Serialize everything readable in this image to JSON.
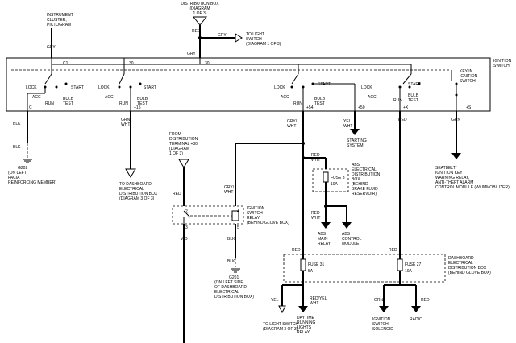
{
  "top_ref": {
    "line1": "DISTRIBUTION BOX",
    "line2": "(DIAGRAM",
    "line3": "1 OF 3)"
  },
  "light_switch_ref": {
    "line1": "TO LIGHT",
    "line2": "SWITCH",
    "line3": "(DIAGRAM 1 OF 3)"
  },
  "cluster": {
    "line1": "INSTRUMENT",
    "line2": "CLUSTER,",
    "line3": "PICTOGRAM"
  },
  "ignition_switch": {
    "line1": "IGNITION",
    "line2": "SWITCH",
    "terminals": [
      "C1",
      "30",
      "30",
      "C",
      "+15",
      "+54",
      "+50",
      "+X",
      "+S"
    ]
  },
  "switch_positions": {
    "lock": "LOCK",
    "acc": "ACC",
    "run": "RUN",
    "start": "START",
    "bulb": "BULB",
    "test": "TEST"
  },
  "key_in": {
    "line1": "KEY-IN",
    "line2": "IGNITION",
    "line3": "SWITCH"
  },
  "wires": {
    "red_top": "RED",
    "gry_light": "GRY",
    "gry_ign": "GRY",
    "gry_cluster": "GRY",
    "blk": "BLK",
    "grn": "GRN",
    "wht": "WHT",
    "gry_wht": "GRY/",
    "red": "RED",
    "yel": "YEL",
    "vio": "VIO",
    "red_yel": "RED/YEL"
  },
  "ground_g202": {
    "line1": "G202",
    "line2": "(ON LEFT",
    "line3": "FACIA",
    "line4": "REINFORCING MEMBER)"
  },
  "dash_box_ref": {
    "line1": "TO DASHBOARD",
    "line2": "ELECTRICAL",
    "line3": "DISTRIBUTION BOX",
    "line4": "(DIAGRAM 3 OF 3)"
  },
  "abs_box": {
    "fuse": "FUSE 3",
    "amps": "10A",
    "line1": "ABS",
    "line2": "ELECTRICAL",
    "line3": "DISTRIBUTION",
    "line4": "BOX",
    "line5": "(BEHIND",
    "line6": "BRAKE FLUID",
    "line7": "RESERVOIR)",
    "line8": ""
  },
  "abs_relay": {
    "line1": "ABS",
    "line2": "MAIN",
    "line3": "RELAY"
  },
  "abs_module": {
    "line1": "ABS",
    "line2": "CONTROL",
    "line3": "MODULE"
  },
  "starting_system": {
    "line1": "STARTING",
    "line2": "SYSTEM"
  },
  "seatbelt_module": {
    "line1": "SEATBELT/",
    "line2": "IGNITION KEY",
    "line3": "WARNING RELAY,",
    "line4": "ANTI-THEFT ALARM",
    "line5": "CONTROL MODULE (W/ IMMOBILIZER)"
  },
  "from_dist": {
    "line1": "FROM",
    "line2": "DISTRIBUTION",
    "line3": "TERMINAL +30",
    "line4": "(DIAGRAM",
    "line5": "1 OF 3)"
  },
  "relay": {
    "pins": [
      "2",
      "4",
      "3",
      "5"
    ],
    "line1": "IGNITION",
    "line2": "SWITCH",
    "line3": "RELAY",
    "line4": "(BEHIND GLOVE BOX)"
  },
  "ground_g201": {
    "line1": "G201",
    "line2": "(ON LEFT SIDE",
    "line3": "OF DASHBOARD",
    "line4": "ELECTRICAL",
    "line5": "DISTRIBUTION BOX)"
  },
  "dash_dist_box": {
    "line1": "DASHBOARD",
    "line2": "ELECTRICAL",
    "line3": "DISTRIBUTION BOX",
    "line4": "(BEHIND GLOVE BOX)"
  },
  "fuses": {
    "f31": {
      "label": "FUSE 31",
      "amps": "5A"
    },
    "f27": {
      "label": "FUSE 27",
      "amps": "10A"
    }
  },
  "light_switch_bottom": {
    "line1": "TO LIGHT SWITCH",
    "line2": "(DIAGRAM 3 OF 3)"
  },
  "drl_relay": {
    "line1": "DAYTIME",
    "line2": "RUNNING",
    "line3": "LIGHTS",
    "line4": "RELAY"
  },
  "solenoid": {
    "line1": "IGNITION",
    "line2": "SWITCH",
    "line3": "SOLENOID"
  },
  "radio": {
    "label": "RADIO"
  }
}
